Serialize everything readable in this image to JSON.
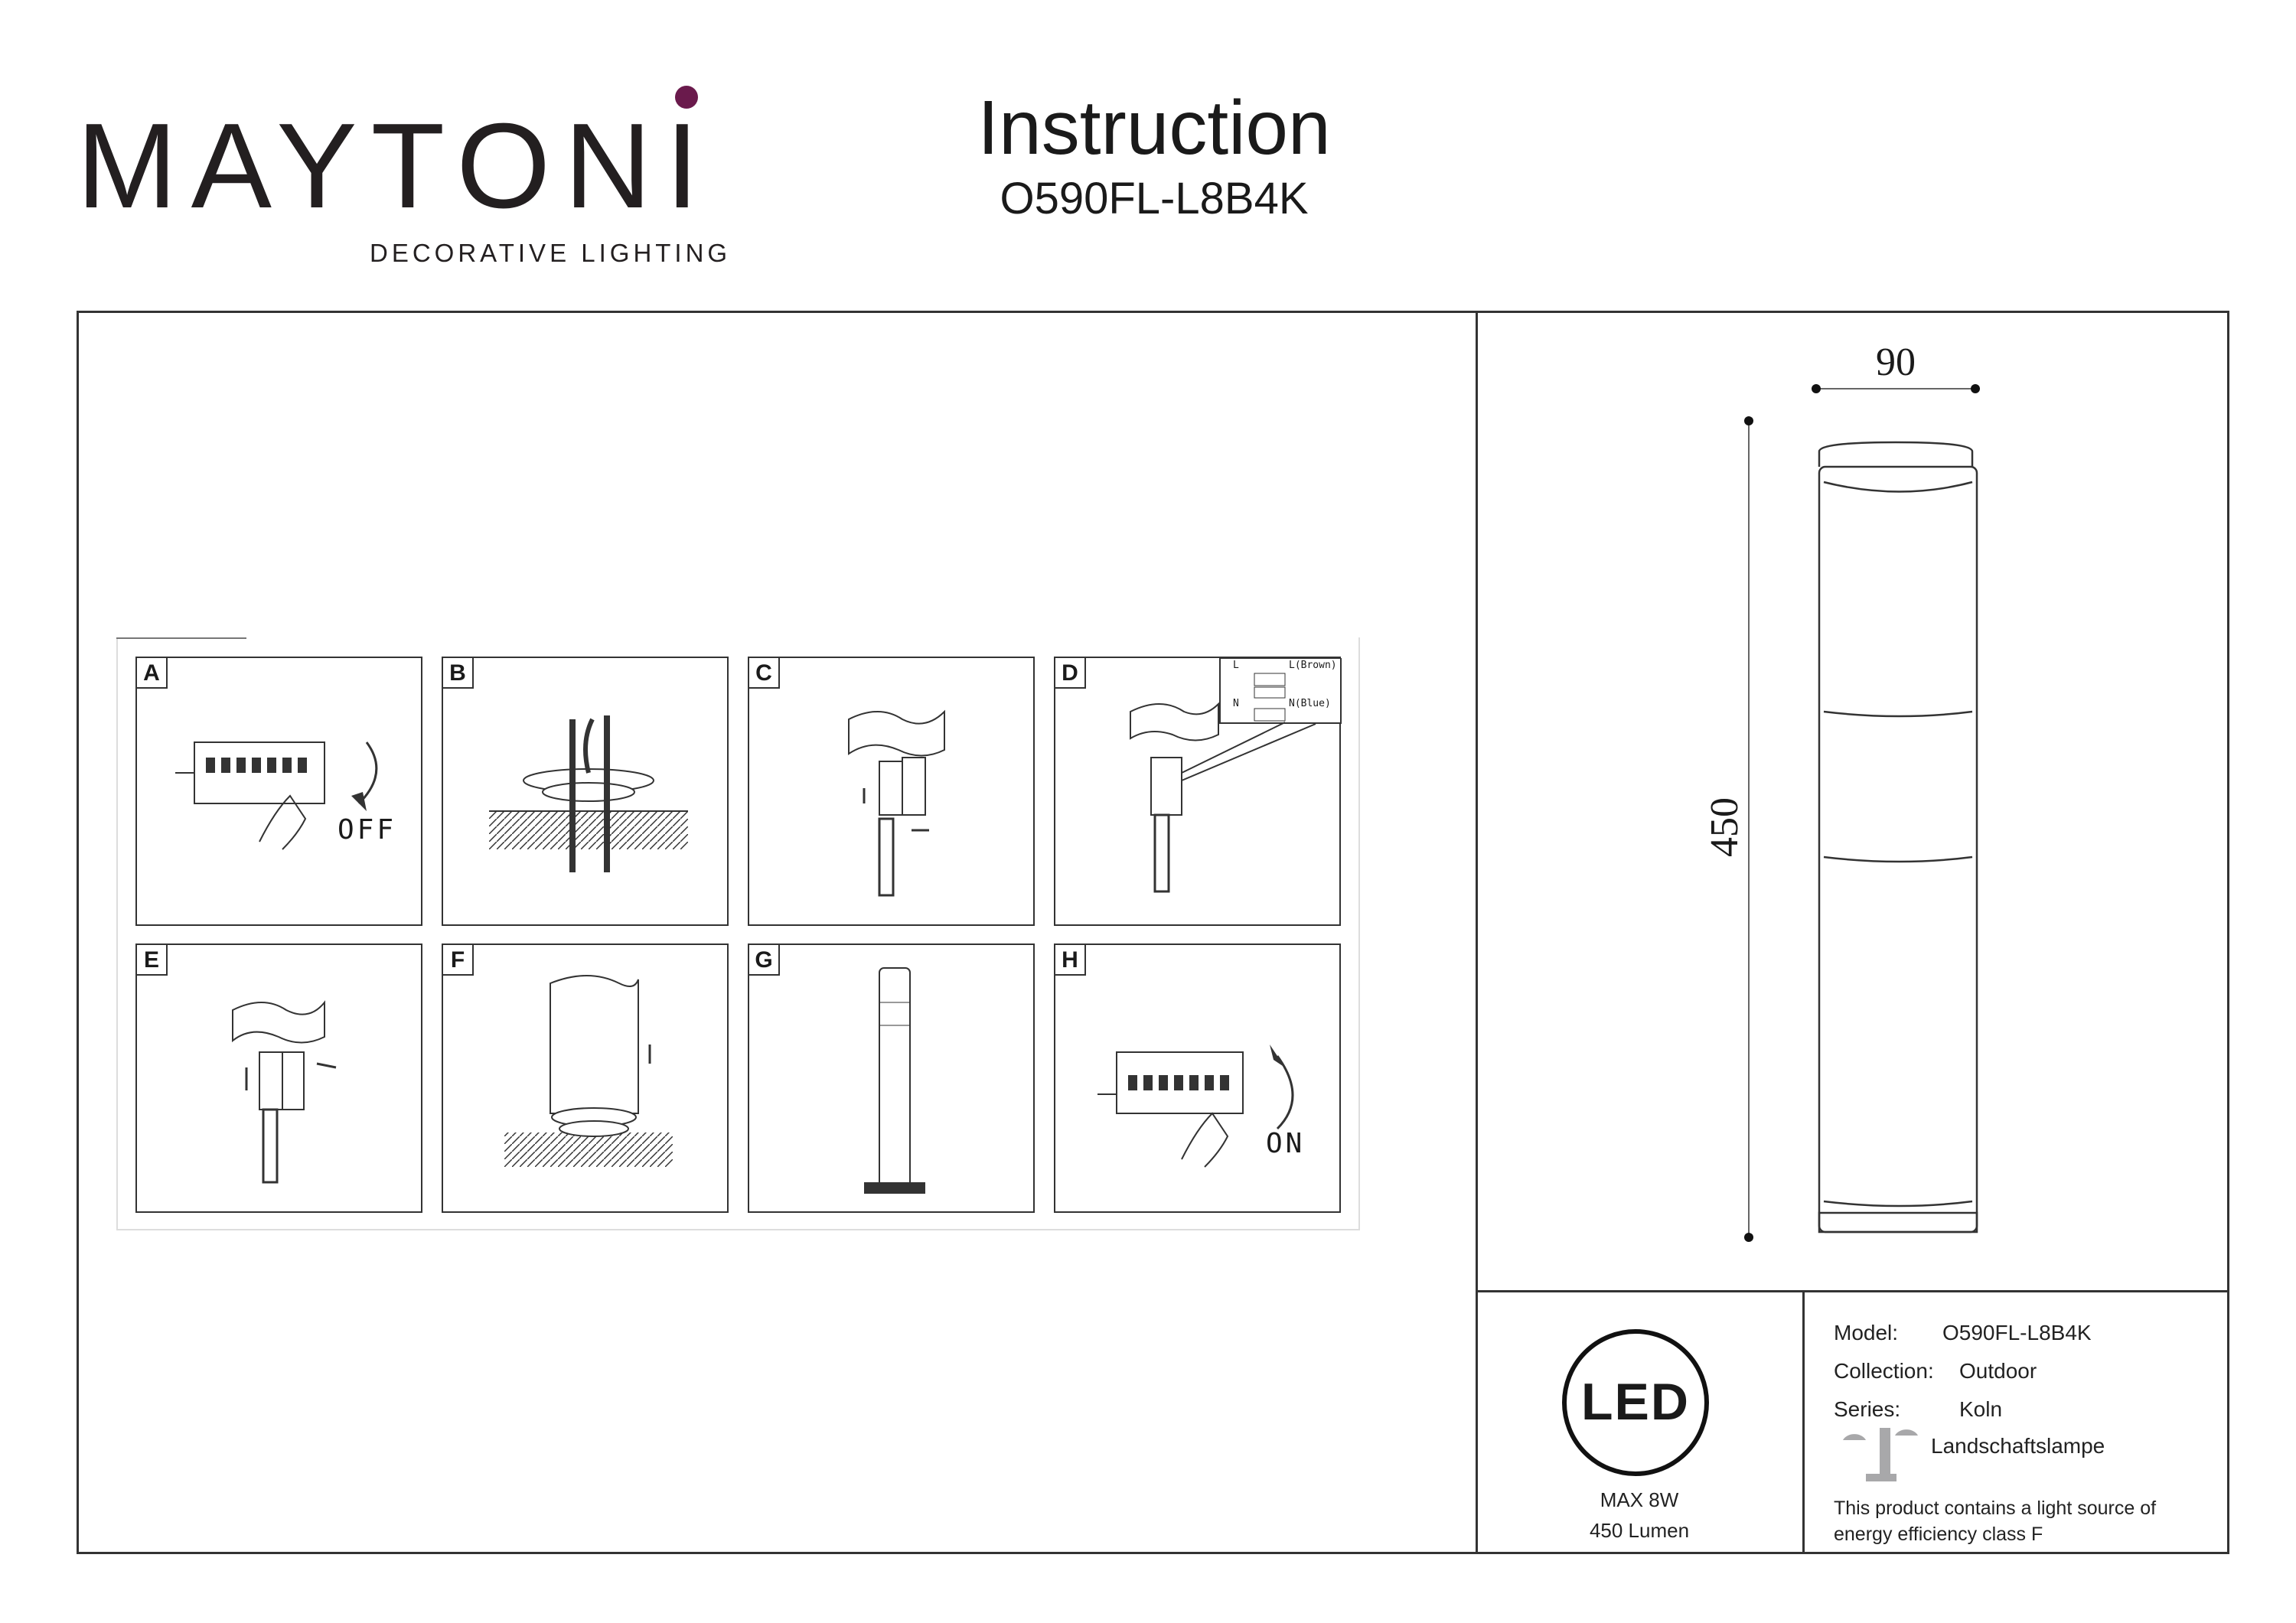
{
  "brand": {
    "name": "MAYTONI",
    "tagline": "DECORATIVE LIGHTING",
    "accent": "#6a1a4c"
  },
  "header": {
    "title": "Instruction",
    "model": "O590FL-L8B4K"
  },
  "steps": [
    {
      "label": "A",
      "switch_text": "OFF"
    },
    {
      "label": "B"
    },
    {
      "label": "C"
    },
    {
      "label": "D",
      "wiring": {
        "l": "L",
        "n": "N",
        "l_wire": "L(Brown)",
        "n_wire": "N(Blue)"
      }
    },
    {
      "label": "E"
    },
    {
      "label": "F"
    },
    {
      "label": "G"
    },
    {
      "label": "H",
      "switch_text": "ON"
    }
  ],
  "dimensions": {
    "width": "90",
    "height": "450"
  },
  "led": {
    "badge": "LED",
    "power": "MAX 8W",
    "lumen": "450 Lumen"
  },
  "specs": {
    "model_label": "Model:",
    "model_value": "O590FL-L8B4K",
    "collection_label": "Collection:",
    "collection_value": "Outdoor",
    "series_label": "Series:",
    "series_value": "Koln",
    "type": "Landschaftslampe",
    "energy_note_1": "This product contains a light source of",
    "energy_note_2": "energy efficiency class F"
  }
}
